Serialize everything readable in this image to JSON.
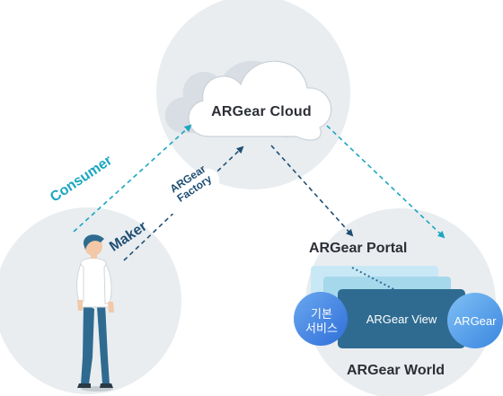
{
  "cloud": {
    "label": "ARGear Cloud"
  },
  "consumer": {
    "label": "Consumer"
  },
  "maker": {
    "label": "Maker"
  },
  "factory": {
    "line1": "ARGear",
    "line2": "Factory"
  },
  "portal": {
    "label": "ARGear Portal"
  },
  "view": {
    "label": "ARGear View"
  },
  "basic_service": {
    "line1": "기본",
    "line2": "서비스"
  },
  "argear_badge": {
    "label": "ARGear"
  },
  "world": {
    "label": "ARGear World"
  },
  "colors": {
    "circle_bg": "#e9edf0",
    "cyan": "#1aa6c0",
    "navy": "#1f4f73",
    "view_box": "#2f6b90",
    "layer_light": "#c9e8f5",
    "layer_mid": "#a6d8ec"
  }
}
